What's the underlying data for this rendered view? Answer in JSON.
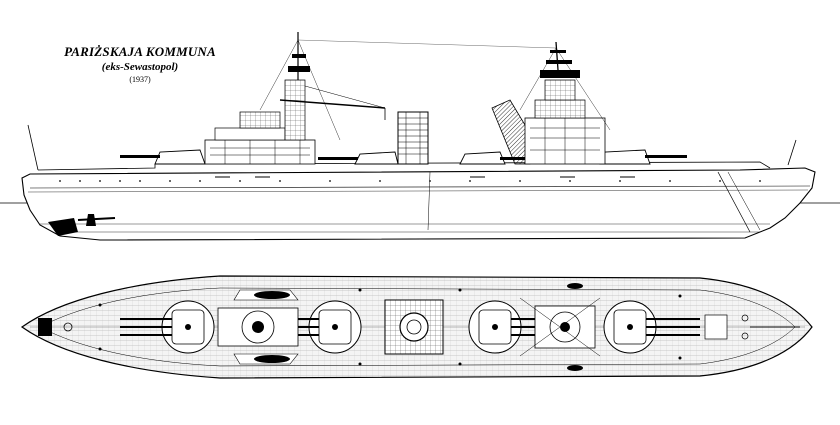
{
  "title": {
    "name": "PARIŻSKAJA KOMMUNA",
    "former_name": "(eks-Sewastopol)",
    "year": "(1937)"
  }
}
